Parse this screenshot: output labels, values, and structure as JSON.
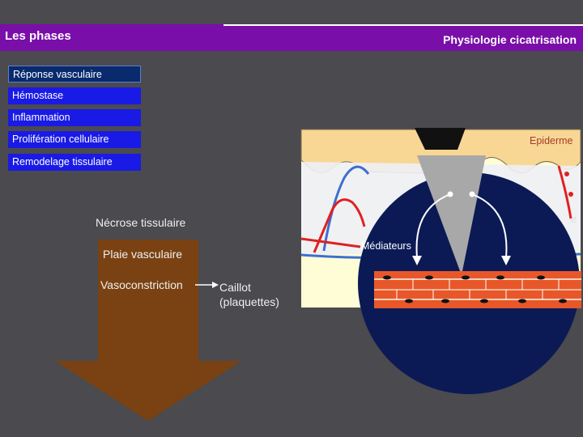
{
  "header": {
    "section_title": "Les phases",
    "slide_title": "Physiologie cicatrisation"
  },
  "phases": [
    {
      "label": "Réponse vasculaire"
    },
    {
      "label": "Hémostase"
    },
    {
      "label": "Inflammation"
    },
    {
      "label": "Prolifération cellulaire"
    },
    {
      "label": "Remodelage tissulaire"
    }
  ],
  "flow": {
    "necrose": "Nécrose tissulaire",
    "plaie": "Plaie vasculaire",
    "vasoconstriction": "Vasoconstriction",
    "caillot_line1": "Caillot",
    "caillot_line2": "(plaquettes)"
  },
  "illustration": {
    "epiderme_label": "Epiderme",
    "mediateurs_label": "Médiateurs",
    "partial_label": "e"
  },
  "colors": {
    "header_bg": "#7a0ea8",
    "phase_active_bg": "#0a2a6e",
    "phase_bg": "#1a1ae6",
    "arrow_brown": "#7a4212",
    "circle_navy": "#0b1a55"
  }
}
